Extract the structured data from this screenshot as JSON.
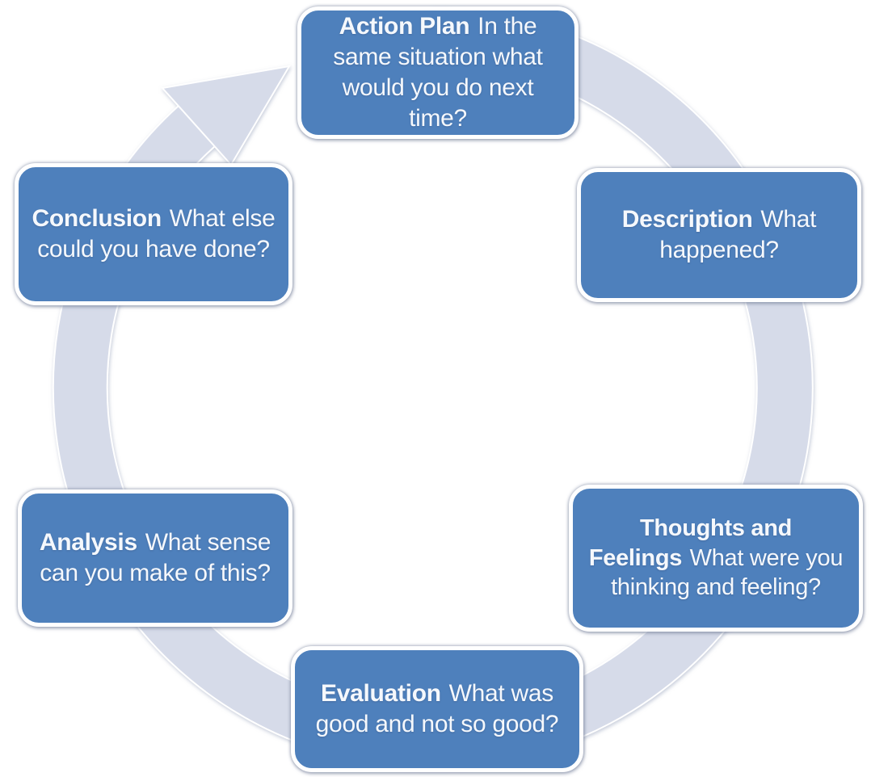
{
  "colors": {
    "background": "#ffffff",
    "box_fill": "#4e80bc",
    "box_border": "#ffffff",
    "ring_fill": "#d6dbe9",
    "text": "#f5f8fc"
  },
  "cycle": {
    "direction": "clockwise",
    "arrow": "circular-ring-arrow pointing clockwise toward Action Plan",
    "steps": [
      {
        "id": "action-plan",
        "position": "top",
        "title": "Action Plan",
        "question": "In the same situation what would you do next time?"
      },
      {
        "id": "description",
        "position": "top-right",
        "title": "Description",
        "question": "What happened?"
      },
      {
        "id": "thoughts-feelings",
        "position": "bottom-right",
        "title": "Thoughts and Feelings",
        "question": "What were you thinking and feeling?"
      },
      {
        "id": "evaluation",
        "position": "bottom",
        "title": "Evaluation",
        "question": "What was good and not so good?"
      },
      {
        "id": "analysis",
        "position": "bottom-left",
        "title": "Analysis",
        "question": "What sense can you make of this?"
      },
      {
        "id": "conclusion",
        "position": "top-left",
        "title": "Conclusion",
        "question": "What else could you have done?"
      }
    ]
  }
}
